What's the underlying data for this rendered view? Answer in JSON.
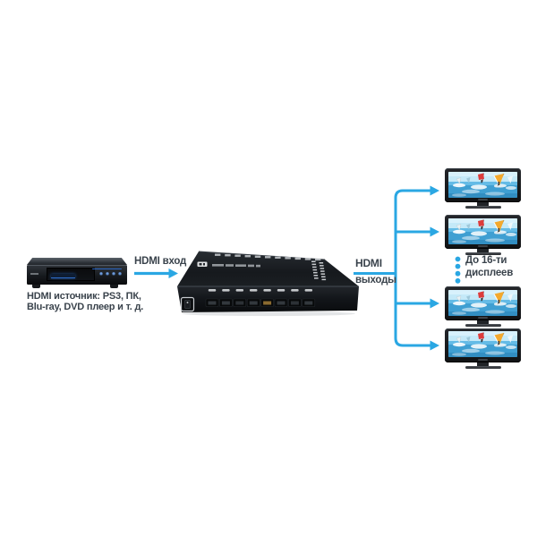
{
  "diagram": {
    "colors": {
      "accent_blue": "#2aa7e3",
      "text_dark": "#3a434c"
    },
    "source_device": {
      "caption_line1": "HDMI источник: PS3, ПК,",
      "caption_line2": "Blu-ray, DVD плеер и т. д."
    },
    "input_connection": {
      "label": "HDMI вход"
    },
    "output_connection": {
      "label_top": "HDMI",
      "label_bottom": "выходы"
    },
    "capacity_note": {
      "line1": "До 16-ти",
      "line2": "дисплеев"
    },
    "splitter_device": {
      "hdmi_ports_visible": 8
    },
    "displays": {
      "visible_count": 4
    }
  }
}
